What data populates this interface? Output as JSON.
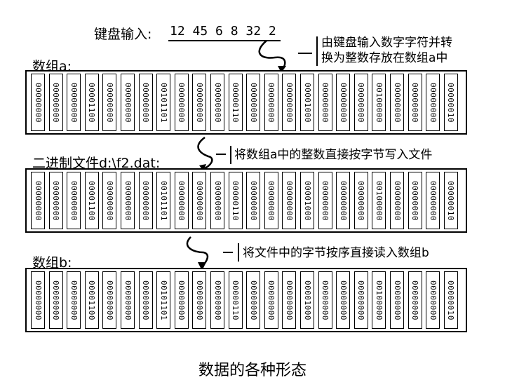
{
  "input_label": "键盘输入:",
  "input_values": "12  45  6  8  32  2",
  "note_1": [
    "由键盘输入数字字符并转",
    "换为整数存放在数组a中"
  ],
  "array_a_label": "数组a:",
  "file_label": "二进制文件d:\\f2.dat:",
  "note_2": "将数组a中的整数直接按字节写入文件",
  "array_b_label": "数组b:",
  "note_3": "将文件中的字节按序直接读入数组b",
  "bytes": [
    "00000000",
    "00000000",
    "00000000",
    "00001100",
    "00000000",
    "00000000",
    "00000000",
    "00101101",
    "00000000",
    "00000000",
    "00000000",
    "00000110",
    "00000000",
    "00000000",
    "00000000",
    "00001000",
    "00000000",
    "00000000",
    "00000000",
    "00100000",
    "00000000",
    "00000000",
    "00000000",
    "00000010"
  ],
  "footer_title": "数据的各种形态"
}
